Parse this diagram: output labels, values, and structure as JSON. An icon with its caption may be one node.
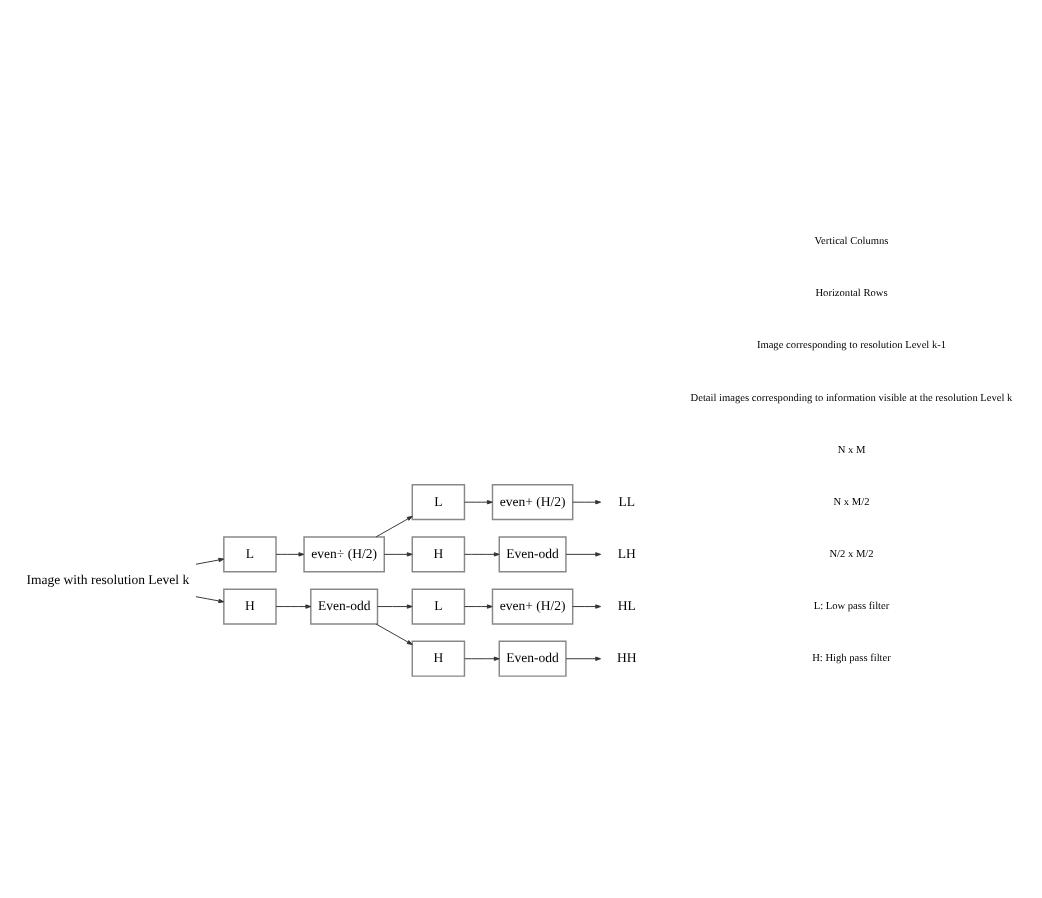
{
  "diagram": {
    "nodes": [
      {
        "text": [
          "Image with resolution Level k"
        ]
      },
      {
        "text": [
          "L"
        ]
      },
      {
        "text": [
          "even÷ (H/2)"
        ]
      },
      {
        "text": [
          "H"
        ]
      },
      {
        "text": [
          "Even-odd"
        ]
      },
      {
        "text": [
          "L"
        ]
      },
      {
        "text": [
          "even+ (H/2)"
        ]
      },
      {
        "text": [
          "H"
        ]
      },
      {
        "text": [
          "Even-odd"
        ]
      },
      {
        "text": [
          "L"
        ]
      },
      {
        "text": [
          "even+ (H/2)"
        ]
      },
      {
        "text": [
          "H"
        ]
      },
      {
        "text": [
          "Even-odd"
        ]
      },
      {
        "text": [
          "LL"
        ]
      },
      {
        "text": [
          "LH"
        ]
      },
      {
        "text": [
          "HL"
        ]
      },
      {
        "text": [
          "HH"
        ]
      }
    ],
    "edges": [
      {
        "from": 0,
        "to": 1,
        "arrow": "to"
      },
      {
        "from": 0,
        "to": 3,
        "arrow": "to"
      },
      {
        "from": 1,
        "to": 2,
        "arrow": "to"
      },
      {
        "from": 3,
        "to": 4,
        "arrow": "to"
      },
      {
        "from": 2,
        "to": 5,
        "arrow": "to"
      },
      {
        "from": 2,
        "to": 7,
        "arrow": "to"
      },
      {
        "from": 4,
        "to": 9,
        "arrow": "to"
      },
      {
        "from": 4,
        "to": 11,
        "arrow": "to"
      },
      {
        "from": 5,
        "to": 6,
        "arrow": "to"
      },
      {
        "from": 7,
        "to": 8,
        "arrow": "to"
      },
      {
        "from": 9,
        "to": 10,
        "arrow": "to"
      },
      {
        "from": 11,
        "to": 12,
        "arrow": "to"
      },
      {
        "from": 6,
        "to": 13,
        "arrow": "to"
      },
      {
        "from": 8,
        "to": 14,
        "arrow": "to"
      },
      {
        "from": 10,
        "to": 15,
        "arrow": "to"
      },
      {
        "from": 12,
        "to": 16,
        "arrow": "to"
      }
    ],
    "labels": [
      "Vertical Columns",
      "Horizontal Rows",
      "Image corresponding to resolution Level k-1",
      "Detail images corresponding to information visible at the resolution Level k",
      "N x M",
      "N x M/2",
      "N/2 x M/2",
      "L: Low pass filter",
      "H: High pass filter"
    ]
  }
}
